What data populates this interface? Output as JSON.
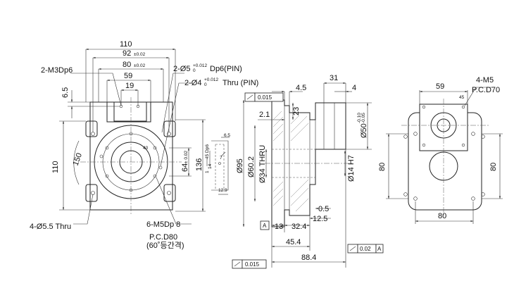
{
  "front_view": {
    "dim_110_top": "110",
    "dim_92": "92",
    "dim_92_tol": "±0.02",
    "dim_80": "80",
    "dim_80_tol": "±0.02",
    "dim_59": "59",
    "dim_19": "19",
    "dim_6_5": "6.5",
    "dim_110_left": "110",
    "dim_150": "150",
    "dim_64": "64",
    "dim_64_tol": "± 0.02",
    "dim_136": "136",
    "label_m3": "2-M3Dp6",
    "label_pin5": "2-Ø5",
    "label_pin5_tol_up": "+0.012",
    "label_pin5_tol_dn": "0",
    "label_pin5_tail": "Dp6(PIN)",
    "label_pin4": "2-Ø4",
    "label_pin4_tol_up": "+0.012",
    "label_pin4_tol_dn": "0",
    "label_pin4_tail": "Thru (PIN)",
    "label_holes": "4-Ø5.5 Thru",
    "label_m5": "6-M5Dp 8",
    "label_pcd": "P.C.D80",
    "label_pcd_note": "(60˚등간격)",
    "small_40": "40",
    "small_detail_6_5": "6.5",
    "small_detail_14": "14",
    "small_detail_1": "1",
    "small_detail_12_9": "12.9",
    "small_detail_v": "7",
    "small_detail_dp": "45 Dp6"
  },
  "side_view": {
    "tol_top": "0.015",
    "dim_4_5": "4.5",
    "dim_31": "31",
    "dim_4": "4",
    "dim_2_1": "2.1",
    "dim_23": "23",
    "dim_50": "Ø50",
    "dim_50_tol_up": "-0.10",
    "dim_50_tol_dn": "-0.05",
    "dim_95": "Ø95",
    "dim_60_2": "Ø60.2",
    "dim_34": "Ø34 THRU",
    "dim_14": "Ø14 H7",
    "dim_0_5": "0.5",
    "dim_12_5": "12.5",
    "datum_a": "A",
    "dim_13": "13",
    "dim_32_4": "32.4",
    "dim_45_4": "45.4",
    "tol_bottom_right": "0.02",
    "tol_bottom_right_datum": "A",
    "tol_bottom_left": "0.015",
    "dim_88_4": "88.4"
  },
  "rear_view": {
    "dim_59": "59",
    "label_m5": "4-M5",
    "label_pcd": "P.C.D70",
    "small_45": "45",
    "dim_80_left": "80",
    "dim_80_right": "80",
    "dim_80_bottom": "80"
  }
}
